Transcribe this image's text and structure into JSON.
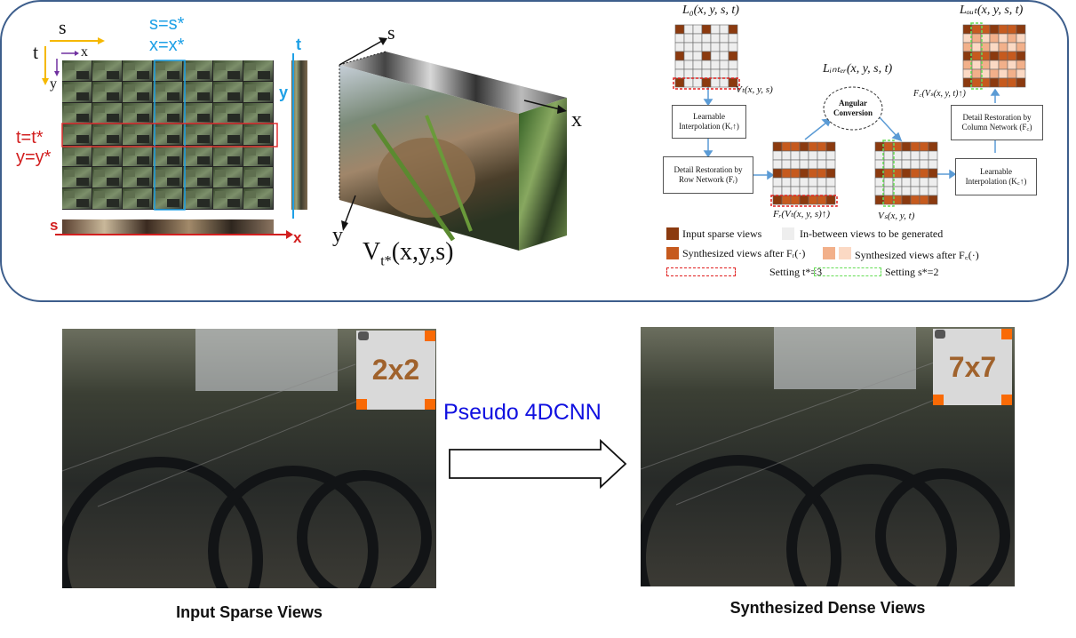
{
  "left_diagram": {
    "axis_s": "s",
    "axis_t": "t",
    "axis_x": "x",
    "axis_y": "y",
    "s_label": "s=s*",
    "x_label": "x=x*",
    "t_label": "t=t*",
    "y_label": "y=y*",
    "right_t": "t",
    "right_y": "y",
    "bottom_s": "s",
    "bottom_x": "x",
    "colors": {
      "cyan": "#1ea0e6",
      "red": "#d21f1f",
      "yellow": "#f5b800",
      "purple": "#7030a0",
      "red_box": "#e03030"
    }
  },
  "volume": {
    "axis_s": "s",
    "axis_x": "x",
    "axis_y": "y",
    "label": "V",
    "label_sub": "t*",
    "label_rest": "(x,y,s)"
  },
  "pipeline": {
    "L0": "L₀(x, y, s, t)",
    "Vt": "Vₜ(x, y, s)",
    "box_interp_row": [
      "Learnable",
      "Interpolation (Kᵣ↑)"
    ],
    "box_restore_row": [
      "Detail Restoration by",
      "Row Network (Fᵣ)"
    ],
    "Fr": "Fᵣ(Vₜ(x, y, s)↑)",
    "Linter": "Lᵢₙₜₑᵣ(x, y, s, t)",
    "angular": [
      "Angular",
      "Conversion"
    ],
    "Vs": "Vₛ(x, y, t)",
    "box_interp_col": [
      "Learnable",
      "Interpolation (K꜀↑)"
    ],
    "box_restore_col": [
      "Detail Restoration by",
      "Column Network (F꜀)"
    ],
    "Fc": "F꜀(Vₛ(x, y, t)↑)",
    "Lout": "Lₒᵤₜ(x, y, s, t)",
    "colors": {
      "input": "#8b3a0f",
      "synth_r": "#c65a1e",
      "synth_c1": "#f2b08a",
      "synth_c2": "#fbd9c4",
      "empty": "#eeeeee",
      "arrow": "#5b9bd5",
      "red_dash": "#e02020",
      "green_dash": "#66dd55"
    }
  },
  "legend": {
    "input": "Input sparse views",
    "between": "In-between views to be generated",
    "synth_r": "Synthesized views after Fᵣ(·)",
    "synth_c": "Synthesized views after F꜀(·)",
    "setting_t": "Setting t*=3",
    "setting_s": "Setting s*=2"
  },
  "bottom": {
    "left_badge": "2x2",
    "right_badge": "7x7",
    "method": "Pseudo 4DCNN",
    "method_color": "#1010e0",
    "left_caption": "Input Sparse Views",
    "right_caption": "Synthesized Dense Views",
    "badge_text_color": "#a0622c",
    "corner_color": "#f96a06"
  }
}
